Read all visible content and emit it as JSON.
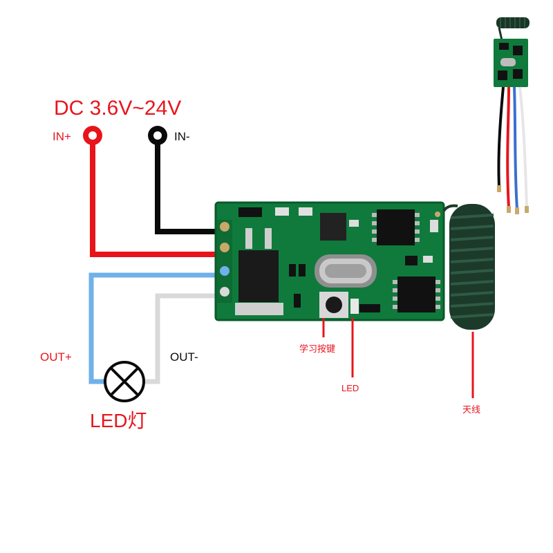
{
  "supply": {
    "voltage_label": "DC 3.6V~24V",
    "positive_label": "IN+",
    "negative_label": "IN-"
  },
  "outputs": {
    "positive_label": "OUT+",
    "negative_label": "OUT-"
  },
  "load": {
    "label": "LED灯"
  },
  "callouts": {
    "learn_button": "学习按键",
    "led": "LED",
    "antenna": "天线"
  },
  "colors": {
    "positive_wire": "#e8141c",
    "negative_wire": "#0a0a0a",
    "out_positive_wire": "#6fb1ea",
    "out_negative_wire": "#d9d9d9",
    "board": "#0f7a3c",
    "label_red": "#e8141c",
    "antenna": "#1c3a2a"
  }
}
